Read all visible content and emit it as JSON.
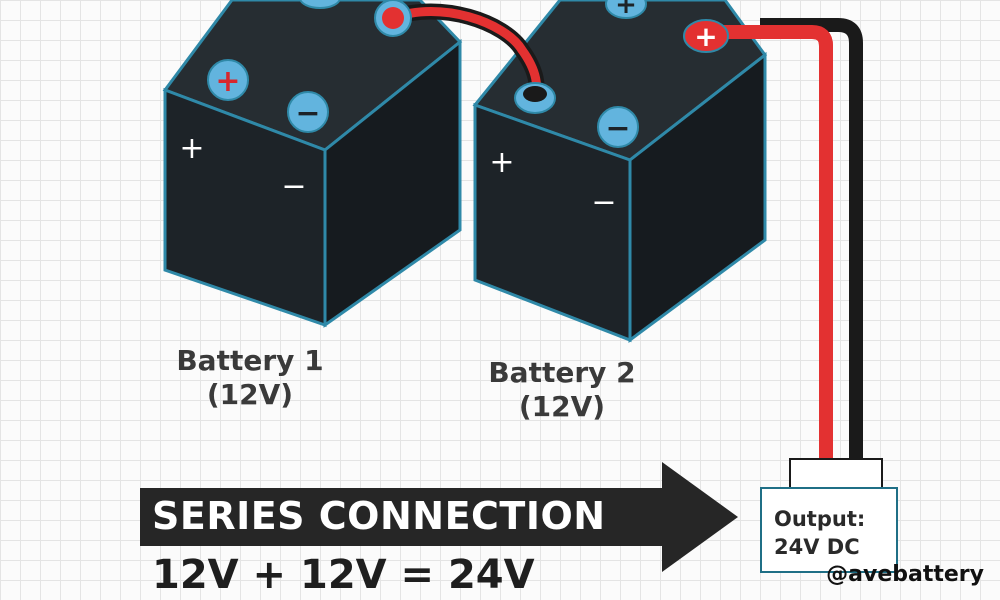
{
  "batteries": [
    {
      "name": "Battery 1",
      "voltage": "(12V)",
      "terminal_plus": "+",
      "terminal_minus": "−",
      "side_plus": "+",
      "side_minus": "−"
    },
    {
      "name": "Battery 2",
      "voltage": "(12V)",
      "terminal_plus": "+",
      "terminal_minus": "−",
      "side_plus": "+",
      "side_minus": "−"
    }
  ],
  "arrow": {
    "label": "SERIES CONNECTION"
  },
  "equation": "12V + 12V = 24V",
  "output": {
    "line1": "Output:",
    "line2": "24V DC"
  },
  "watermark": "@avebattery",
  "colors": {
    "battery_body": "#1d2328",
    "battery_outline": "#2f89a8",
    "terminal_blue": "#62b4de",
    "wire_red": "#e33131",
    "wire_black": "#1a1a1a",
    "arrow_fill": "#262626"
  },
  "icons": [
    "plus-terminal-icon",
    "minus-terminal-icon",
    "series-arrow-icon"
  ]
}
